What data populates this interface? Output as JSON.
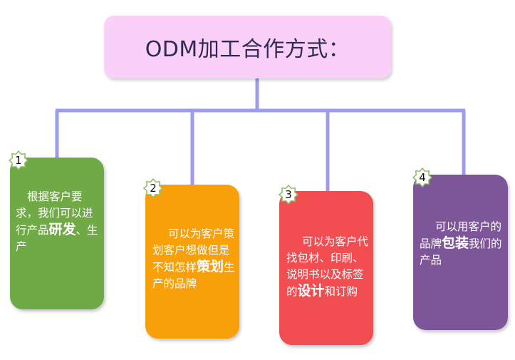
{
  "title": "ODM加工合作方式：",
  "colors": {
    "title_bg": "#fbd0f8",
    "connector": "#9c9cec",
    "card1": "#6faa46",
    "card2": "#f7a00a",
    "card3": "#f24e52",
    "card4": "#7d5599"
  },
  "cards": [
    {
      "number": "1",
      "pre": "根据客户要求，我们可以进行产品",
      "bold": "研发",
      "post": "、生产"
    },
    {
      "number": "2",
      "pre": "可以为客户策划客户想做但是不知怎样",
      "bold": "策划",
      "post": "生产的品牌"
    },
    {
      "number": "3",
      "pre": "可以为客户代找包材、印刷、说明书以及标签的",
      "bold": "设计",
      "post": "和订购"
    },
    {
      "number": "4",
      "pre": "可以用客户的品牌",
      "bold": "包装",
      "post": "我们的产品"
    }
  ]
}
